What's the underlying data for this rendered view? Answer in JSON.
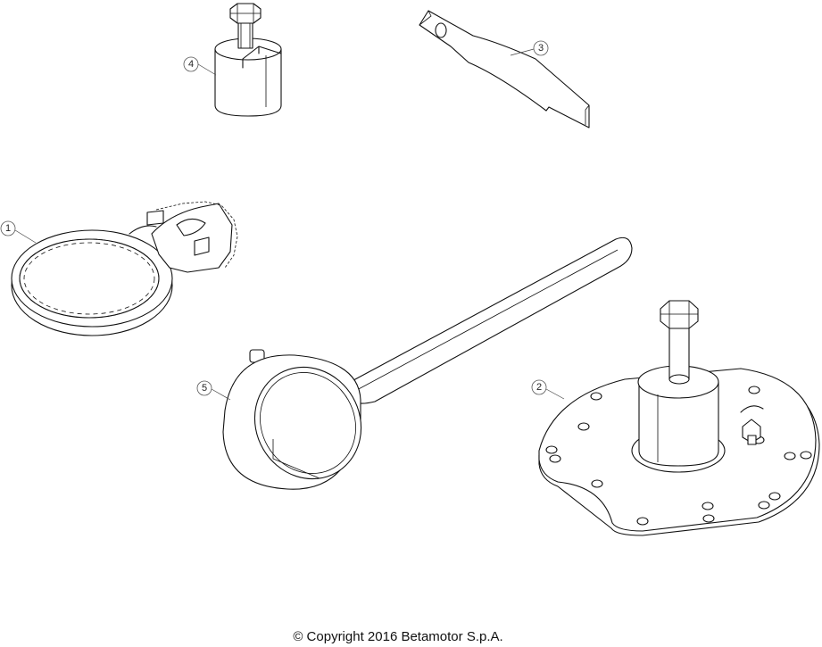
{
  "callouts": {
    "part_1": "1",
    "part_2": "2",
    "part_3": "3",
    "part_4": "4",
    "part_5": "5"
  },
  "footer": {
    "copyright": "© Copyright 2016 Betamotor S.p.A."
  }
}
